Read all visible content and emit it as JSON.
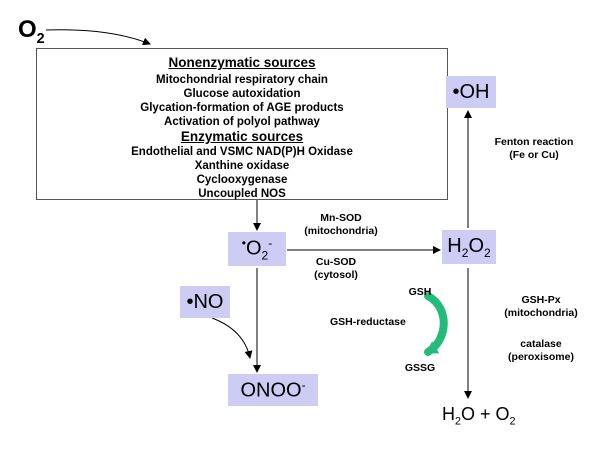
{
  "o2_top": {
    "main": "O",
    "sub": "2"
  },
  "sources": {
    "nonenzymatic_header": "Nonenzymatic sources",
    "nonenzymatic_items": [
      "Mitochondrial respiratory chain",
      "Glucose autoxidation",
      "Glycation-formation of AGE products",
      "Activation of polyol pathway"
    ],
    "enzymatic_header": "Enzymatic sources",
    "enzymatic_items": [
      "Endothelial and VSMC NAD(P)H Oxidase",
      "Xanthine oxidase",
      "Cyclooxygenase",
      "Uncoupled NOS"
    ]
  },
  "nodes": {
    "superoxide": {
      "pre": "•",
      "main": "O",
      "sub": "2",
      "sup": "-"
    },
    "nitric_oxide": "•NO",
    "peroxynitrite": {
      "main": "ONOO",
      "sup": "-"
    },
    "hydroxyl": "•OH",
    "h2o2": {
      "a": "H",
      "sub1": "2",
      "b": "O",
      "sub2": "2"
    },
    "water_oxygen": {
      "a": "H",
      "sub1": "2",
      "b": "O + O",
      "sub2": "2"
    }
  },
  "labels": {
    "mnsod": [
      "Mn-SOD",
      "(mitochondria)"
    ],
    "cusod": [
      "Cu-SOD",
      "(cytosol)"
    ],
    "fenton": [
      "Fenton reaction",
      "(Fe or Cu)"
    ],
    "gshpx": [
      "GSH-Px",
      "(mitochondria)"
    ],
    "catalase": [
      "catalase",
      "(peroxisome)"
    ],
    "gsh": "GSH",
    "gssg": "GSSG",
    "gsh_reductase": "GSH-reductase"
  },
  "colors": {
    "node_fill": "#ccccf5",
    "cycle_arrow": "#22bb77"
  }
}
